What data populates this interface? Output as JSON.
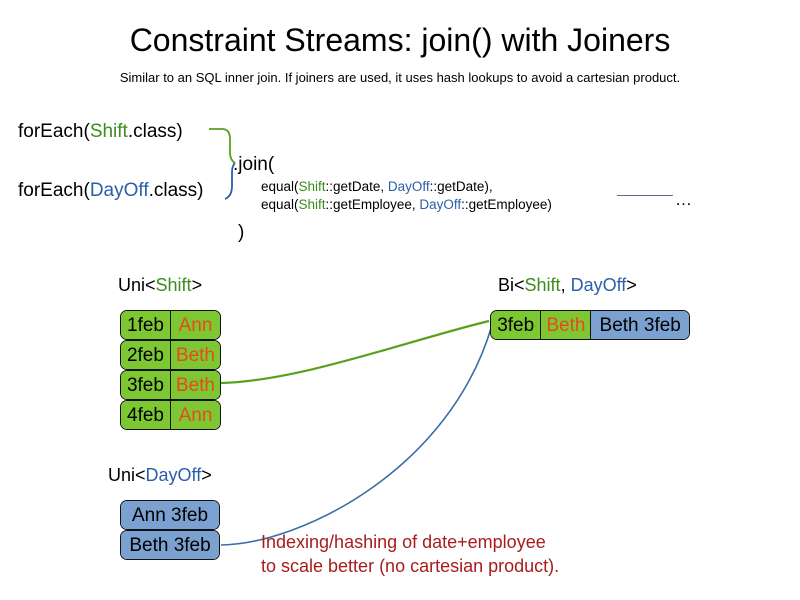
{
  "header": {
    "title": "Constraint Streams: join() with Joiners",
    "subtitle": "Similar to an SQL inner join. If joiners are used, it uses hash lookups to avoid a cartesian product."
  },
  "code": {
    "foreach_shift": {
      "prefix": "forEach(",
      "type": "Shift",
      "suffix": ".class)"
    },
    "foreach_dayoff": {
      "prefix": "forEach(",
      "type": "DayOff",
      "suffix": ".class)"
    },
    "join_open": ".join(",
    "join_close": ")",
    "joiner_1": {
      "prefix": "equal(",
      "left_type": "Shift",
      "left_method": "::getDate, ",
      "right_type": "DayOff",
      "right_method": "::getDate),"
    },
    "joiner_2": {
      "prefix": "equal(",
      "left_type": "Shift",
      "left_method": "::getEmployee, ",
      "right_type": "DayOff",
      "right_method": "::getEmployee)"
    },
    "ellipsis": "…"
  },
  "streams": {
    "uni_shift": {
      "heading": {
        "prefix": "Uni<",
        "type": "Shift",
        "suffix": ">"
      },
      "rows": [
        {
          "date": "1feb",
          "employee": "Ann"
        },
        {
          "date": "2feb",
          "employee": "Beth"
        },
        {
          "date": "3feb",
          "employee": "Beth"
        },
        {
          "date": "4feb",
          "employee": "Ann"
        }
      ]
    },
    "uni_dayoff": {
      "heading": {
        "prefix": "Uni<",
        "type": "DayOff",
        "suffix": ">"
      },
      "rows": [
        {
          "label": "Ann 3feb"
        },
        {
          "label": "Beth 3feb"
        }
      ]
    },
    "bi": {
      "heading": {
        "prefix": "Bi<",
        "type_a": "Shift",
        "separator": ", ",
        "type_b": "DayOff",
        "suffix": ">"
      },
      "row": {
        "date": "3feb",
        "employee": "Beth",
        "dayoff": "Beth 3feb"
      }
    }
  },
  "annotation": {
    "line1": "Indexing/hashing of date+employee",
    "line2": "to scale better (no cartesian product)."
  },
  "colors": {
    "shift_green": "#3C8C1E",
    "dayoff_blue": "#2B5FA8",
    "box_green": "#7DC832",
    "box_blue": "#7BA1D0",
    "name_orange": "#E8491E",
    "annotation_red": "#A81C1C",
    "rule_purple": "#7B5E87"
  }
}
